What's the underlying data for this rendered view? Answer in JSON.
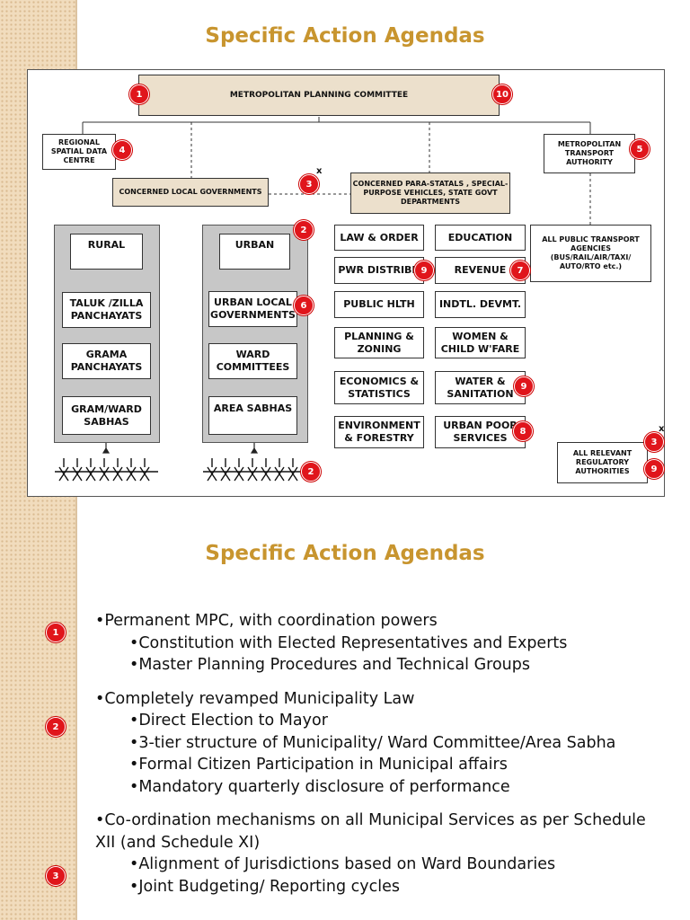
{
  "slide1": {
    "title": "Specific Action Agendas"
  },
  "slide2": {
    "title": "Specific Action Agendas"
  },
  "diagram": {
    "mpc": "METROPOLITAN PLANNING COMMITTEE",
    "regional_spatial": "REGIONAL SPATIAL DATA CENTRE",
    "metro_transport": "METROPOLITAN TRANSPORT AUTHORITY",
    "local_govts": "CONCERNED LOCAL GOVERNMENTS",
    "parastatals": "CONCERNED PARA-STATALS , SPECIAL-PURPOSE VEHICLES, STATE GOVT DEPARTMENTS",
    "public_transport": "ALL PUBLIC TRANSPORT AGENCIES (BUS/RAIL/AIR/TAXI/ AUTO/RTO etc.)",
    "regulatory": "ALL RELEVANT REGULATORY AUTHORITIES",
    "x_mark": "x",
    "rural": {
      "heading": "RURAL",
      "level1": "TALUK /ZILLA PANCHAYATS",
      "level2": "GRAMA PANCHAYATS",
      "level3": "GRAM/WARD SABHAS"
    },
    "urban": {
      "heading": "URBAN",
      "level1": "URBAN LOCAL GOVERNMENTS",
      "level2": "WARD COMMITTEES",
      "level3": "AREA SABHAS"
    },
    "departments": [
      "LAW & ORDER",
      "EDUCATION",
      "PWR DISTRIBN",
      "REVENUE",
      "PUBLIC HLTH",
      "INDTL. DEVMT.",
      "PLANNING & ZONING",
      "WOMEN & CHILD W'FARE",
      "ECONOMICS & STATISTICS",
      "WATER & SANITATION",
      "ENVIRONMENT & FORESTRY",
      "URBAN POOR SERVICES"
    ],
    "badges": {
      "mpc_left": "1",
      "mpc_right": "10",
      "regional": "4",
      "transport": "5",
      "coord": "3",
      "urban": "2",
      "ulg": "6",
      "pwr": "9",
      "revenue": "7",
      "water": "9",
      "urban_poor": "8",
      "reg_a": "3",
      "reg_b": "9",
      "people": "2"
    }
  },
  "agenda": {
    "badges": [
      "1",
      "2",
      "3"
    ],
    "item1": {
      "main": "•Permanent MPC, with coordination powers",
      "subs": [
        "•Constitution with Elected Representatives and Experts",
        "•Master Planning Procedures and Technical Groups"
      ]
    },
    "item2": {
      "main": "•Completely revamped Municipality Law",
      "subs": [
        "•Direct Election to Mayor",
        "•3-tier structure of Municipality/ Ward Committee/Area Sabha",
        "•Formal Citizen Participation in Municipal affairs",
        "•Mandatory quarterly disclosure of performance"
      ]
    },
    "item3": {
      "main": "•Co-ordination mechanisms on all Municipal Services as per Schedule XII (and Schedule XI)",
      "subs": [
        "•Alignment of Jurisdictions based on Ward Boundaries",
        "•Joint Budgeting/ Reporting cycles"
      ]
    }
  },
  "colors": {
    "title": "#c8952f",
    "badge": "#e0151b",
    "sidebar": "#f1dcbd",
    "mpc_fill": "#ece0cc",
    "tier_panel": "#c7c7c7"
  }
}
